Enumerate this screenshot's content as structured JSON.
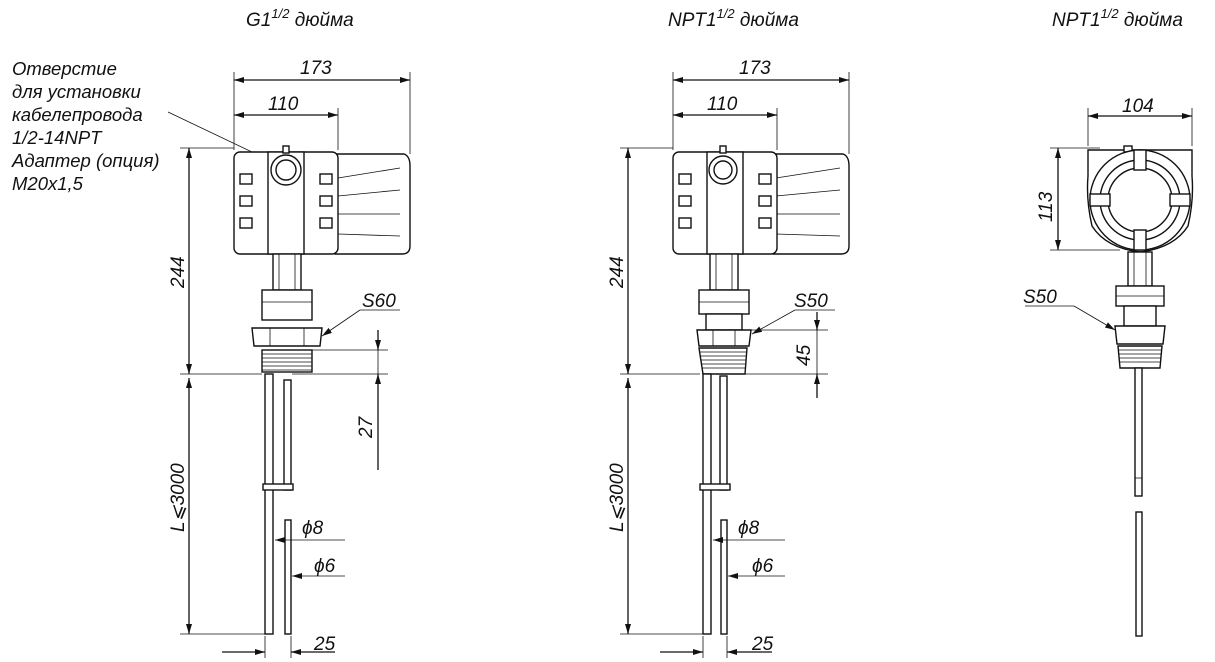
{
  "titles": {
    "left": {
      "base": "G1",
      "sup": "1/2",
      "unit": " дюйма"
    },
    "middle": {
      "base": "NPT1",
      "sup": "1/2",
      "unit": " дюйма"
    },
    "right": {
      "base": "NPT1",
      "sup": "1/2",
      "unit": " дюйма"
    }
  },
  "note_lines": [
    "Отверстие",
    "для установки",
    "кабелепровода",
    "1/2-14NPT",
    "Адаптер (опция)",
    "M20x1,5"
  ],
  "dimensions": {
    "left": {
      "width_total": "173",
      "width_head": "110",
      "height_head": "244",
      "wrench": "S60",
      "thread_depth": "27",
      "length": "L⩽3000",
      "rod_dia": "ϕ8",
      "tube_dia": "ϕ6",
      "spacing": "25"
    },
    "middle": {
      "width_total": "173",
      "width_head": "110",
      "height_head": "244",
      "wrench": "S50",
      "thread_depth": "45",
      "length": "L⩽3000",
      "rod_dia": "ϕ8",
      "tube_dia": "ϕ6",
      "spacing": "25"
    },
    "right": {
      "width_head": "104",
      "height_head": "113",
      "wrench": "S50"
    }
  }
}
